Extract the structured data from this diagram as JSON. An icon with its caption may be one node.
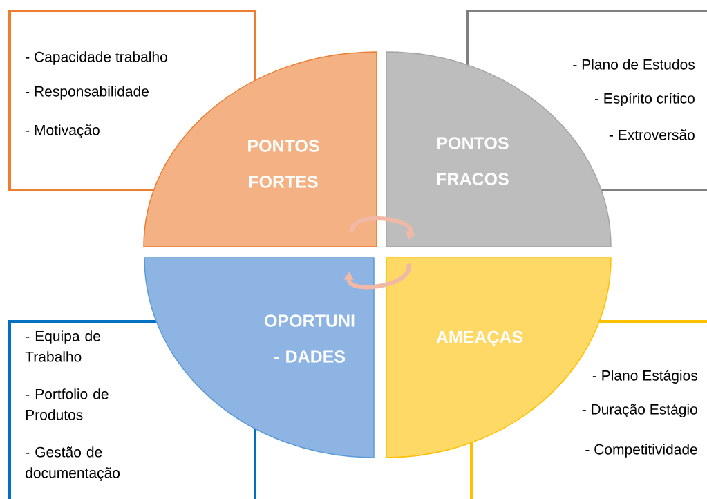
{
  "diagram": {
    "nodes": [
      {
        "text": [
          "- Capacidade trabalho",
          "- Responsabilidade",
          "- Motivação"
        ]
      },
      {
        "text": [
          "PONTOS FORTES"
        ]
      },
      {
        "text": [
          "- Plano de Estudos",
          "- Espírito crítico",
          "- Extroversão"
        ]
      },
      {
        "text": [
          "PONTOS FRACOS"
        ]
      },
      {
        "text": [
          "- Equipa de Trabalho",
          "- Portfolio de Produtos",
          "- Gestão de documentação"
        ]
      },
      {
        "text": [
          "OPORTUNI - DADES"
        ]
      },
      {
        "text": [
          "- Plano Estágios",
          "- Duração Estágio",
          "- Competitividade"
        ]
      },
      {
        "text": [
          "AMEAÇAS"
        ]
      }
    ],
    "edges": [
      {
        "from": 1,
        "to": 3,
        "arrow": "to"
      },
      {
        "from": 7,
        "to": 5,
        "arrow": "to"
      }
    ]
  }
}
